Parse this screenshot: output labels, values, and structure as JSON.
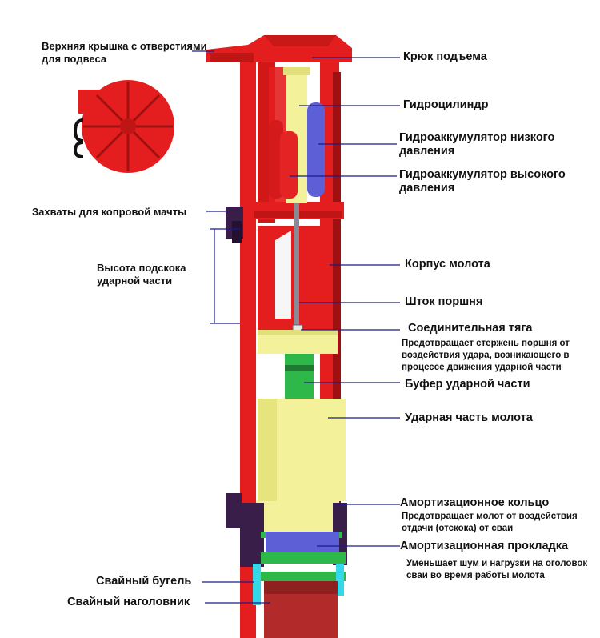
{
  "labels": {
    "top_cover": "Верхняя крышка с отверстиями для подвеса",
    "lifting_hook": "Крюк подъема",
    "hydraulic_cylinder": "Гидроцилиндр",
    "low_pressure_accumulator": "Гидроаккумулятор низкого давления",
    "high_pressure_accumulator": "Гидроаккумулятор высокого давления",
    "mast_grips": "Захваты для копровой мачты",
    "stroke_height": "Высота подскока ударной части",
    "hammer_body": "Корпус молота",
    "piston_rod": "Шток поршня",
    "connecting_rod": "Соединительная тяга",
    "connecting_rod_note": "Предотвращает стержень поршня от воздействия удара, возникающего в процессе движения ударной части",
    "ram_buffer": "Буфер ударной части",
    "hammer_ram": "Ударная часть молота",
    "shock_ring": "Амортизационное кольцо",
    "shock_ring_note": "Предотвращает молот от воздействия отдачи (отскока) от сваи",
    "cushion_pad": "Амортизационная прокладка",
    "cushion_pad_note": "Уменьшает шум и нагрузки на оголовок сваи во время работы молота",
    "pile_bracket": "Свайный бугель",
    "pile_cap": "Свайный наголовник"
  },
  "colors": {
    "frame_red": "#e41e1e",
    "dark_red": "#a01010",
    "cap_red": "#b22a2a",
    "yellow": "#f3f29a",
    "green": "#2fb84a",
    "blue": "#5d5fd6",
    "cyan": "#35d8e6",
    "purple": "#3a1e4a",
    "leader": "#1a1a8a"
  }
}
